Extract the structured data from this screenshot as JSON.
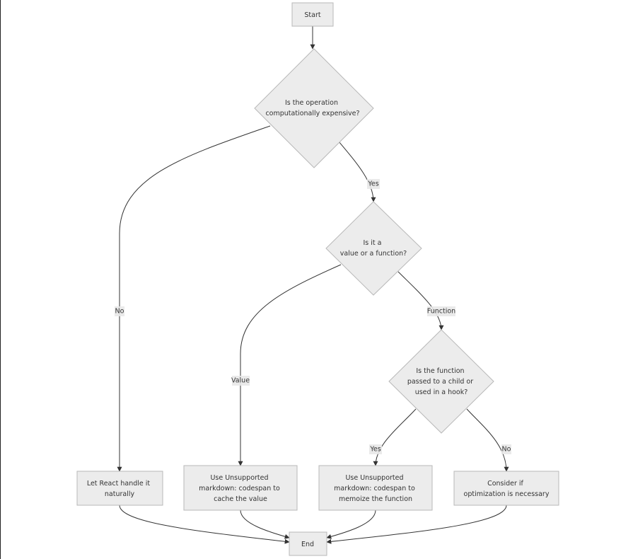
{
  "nodes": {
    "start": {
      "lines": [
        "Start"
      ]
    },
    "q_expensive": {
      "lines": [
        "Is the operation",
        "computationally expensive?"
      ]
    },
    "q_value_fn": {
      "lines": [
        "Is it a",
        "value or a function?"
      ]
    },
    "q_child_hook": {
      "lines": [
        "Is the function",
        "passed to a child or",
        "used in a hook?"
      ]
    },
    "react_handle": {
      "lines": [
        "Let React handle it",
        "naturally"
      ]
    },
    "use_memo": {
      "lines": [
        "Use Unsupported",
        "markdown: codespan to",
        "cache the value"
      ]
    },
    "use_callback": {
      "lines": [
        "Use Unsupported",
        "markdown: codespan to",
        "memoize the function"
      ]
    },
    "consider": {
      "lines": [
        "Consider if",
        "optimization is necessary"
      ]
    },
    "end": {
      "lines": [
        "End"
      ]
    }
  },
  "edge_labels": {
    "no_1": "No",
    "yes_1": "Yes",
    "value": "Value",
    "function": "Function",
    "yes_2": "Yes",
    "no_2": "No"
  }
}
